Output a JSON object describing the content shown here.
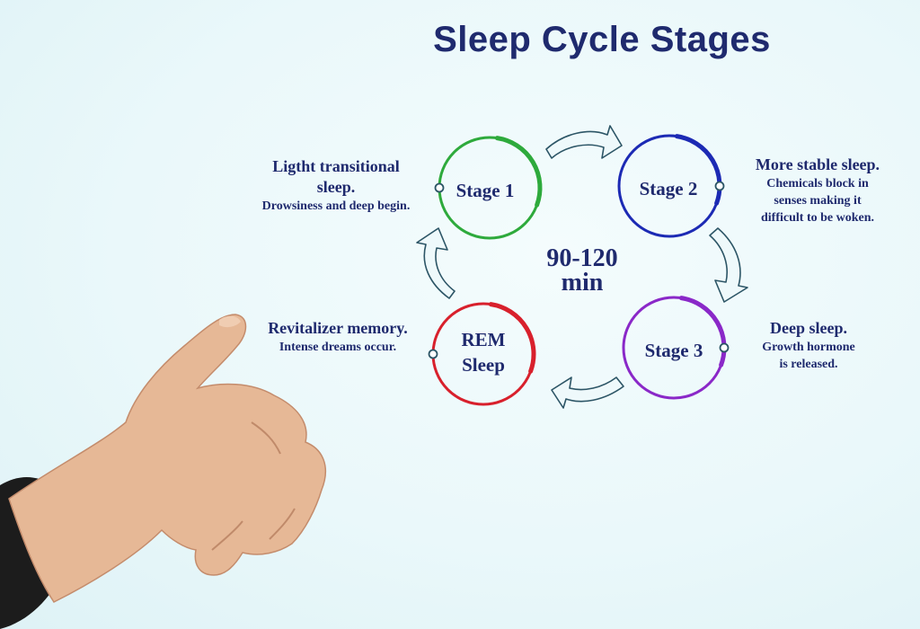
{
  "title": "Sleep Cycle Stages",
  "center": {
    "line1": "90-120",
    "line2": "min"
  },
  "stages": [
    {
      "label_lines": [
        "Stage 1"
      ],
      "color": "#2eaa3c",
      "description_head": [
        "Ligtht transitional",
        "sleep."
      ],
      "description_body": [
        "Drowsiness and deep begin."
      ]
    },
    {
      "label_lines": [
        "Stage 2"
      ],
      "color": "#1c2ab4",
      "description_head": [
        "More stable sleep."
      ],
      "description_body": [
        "Chemicals block in",
        "senses making it",
        "difficult to be woken."
      ]
    },
    {
      "label_lines": [
        "Stage 3"
      ],
      "color": "#8a28c8",
      "description_head": [
        "Deep sleep."
      ],
      "description_body": [
        "Growth hormone",
        "is released."
      ]
    },
    {
      "label_lines": [
        "REM",
        "Sleep"
      ],
      "color": "#d8202c",
      "description_head": [
        "Revitalizer memory."
      ],
      "description_body": [
        "Intense dreams occur."
      ]
    }
  ],
  "colors": {
    "text": "#1f2a6e",
    "arrow_outline": "#2c5566",
    "arrow_fill": "#eef9fb",
    "node_fill": "#ffffff"
  }
}
